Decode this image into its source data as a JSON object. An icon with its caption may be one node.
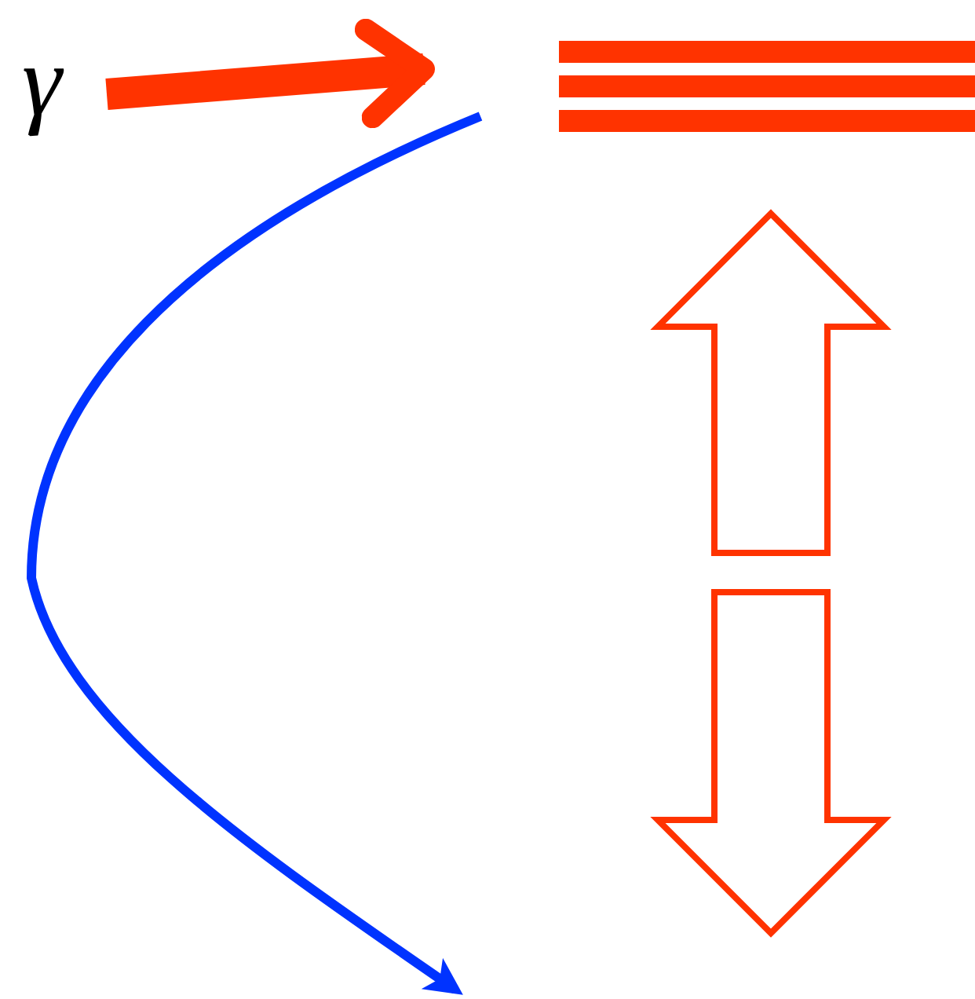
{
  "diagram": {
    "nodes": [
      {
        "text": [
          "γ"
        ]
      },
      {
        "text": [],
        "shape": "bar"
      }
    ],
    "edges": [
      {
        "from": 0,
        "to": 1,
        "arrow": "to",
        "style": "thick",
        "color": "#ff3300"
      },
      {
        "from": 1,
        "to": null,
        "arrow": "to",
        "color": "#0033ff"
      }
    ]
  }
}
